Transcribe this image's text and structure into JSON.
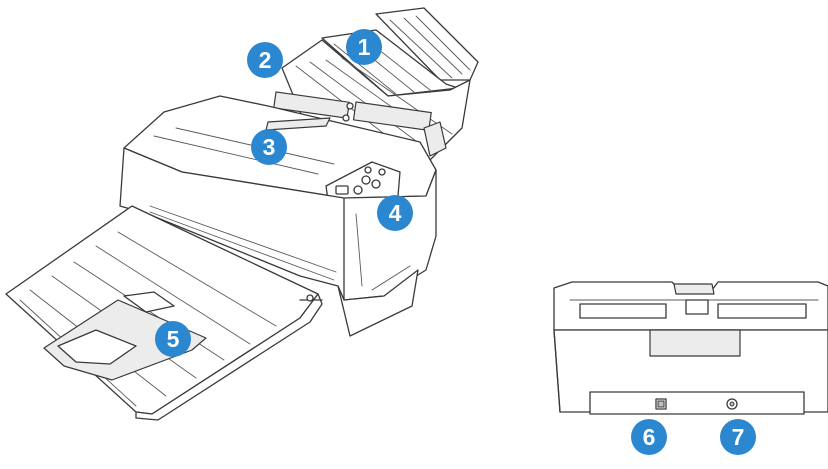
{
  "callouts": [
    {
      "id": 1,
      "label": "1"
    },
    {
      "id": 2,
      "label": "2"
    },
    {
      "id": 3,
      "label": "3"
    },
    {
      "id": 4,
      "label": "4"
    },
    {
      "id": 5,
      "label": "5"
    },
    {
      "id": 6,
      "label": "6"
    },
    {
      "id": 7,
      "label": "7"
    }
  ],
  "colors": {
    "callout": "#2a87d0",
    "callout_text": "#ffffff",
    "line": "#3a3a3a"
  },
  "views": [
    "scanner-front-view",
    "scanner-back-view"
  ]
}
